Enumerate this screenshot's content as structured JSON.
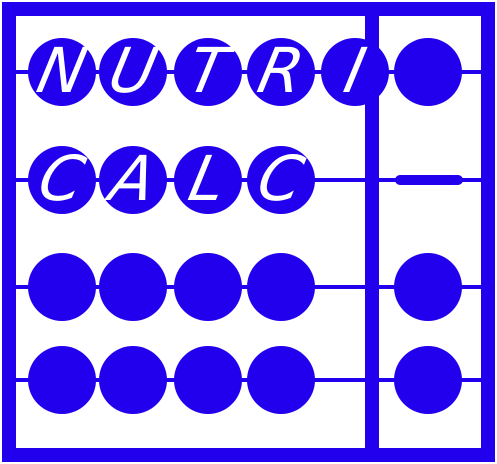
{
  "logo": {
    "lettering": [
      "N",
      "U",
      "T",
      "R",
      "I",
      "C",
      "A",
      "L",
      "C"
    ],
    "colors": {
      "primary": "#2200ee",
      "background": "#ffffff",
      "lettering": "#ffffff"
    },
    "rows": [
      {
        "main_beads": 5,
        "side_beads": 1,
        "side_marker": "bead"
      },
      {
        "main_beads": 4,
        "side_beads": 0,
        "side_marker": "bar"
      },
      {
        "main_beads": 4,
        "side_beads": 1,
        "side_marker": "bead"
      },
      {
        "main_beads": 4,
        "side_beads": 1,
        "side_marker": "bead"
      }
    ]
  }
}
